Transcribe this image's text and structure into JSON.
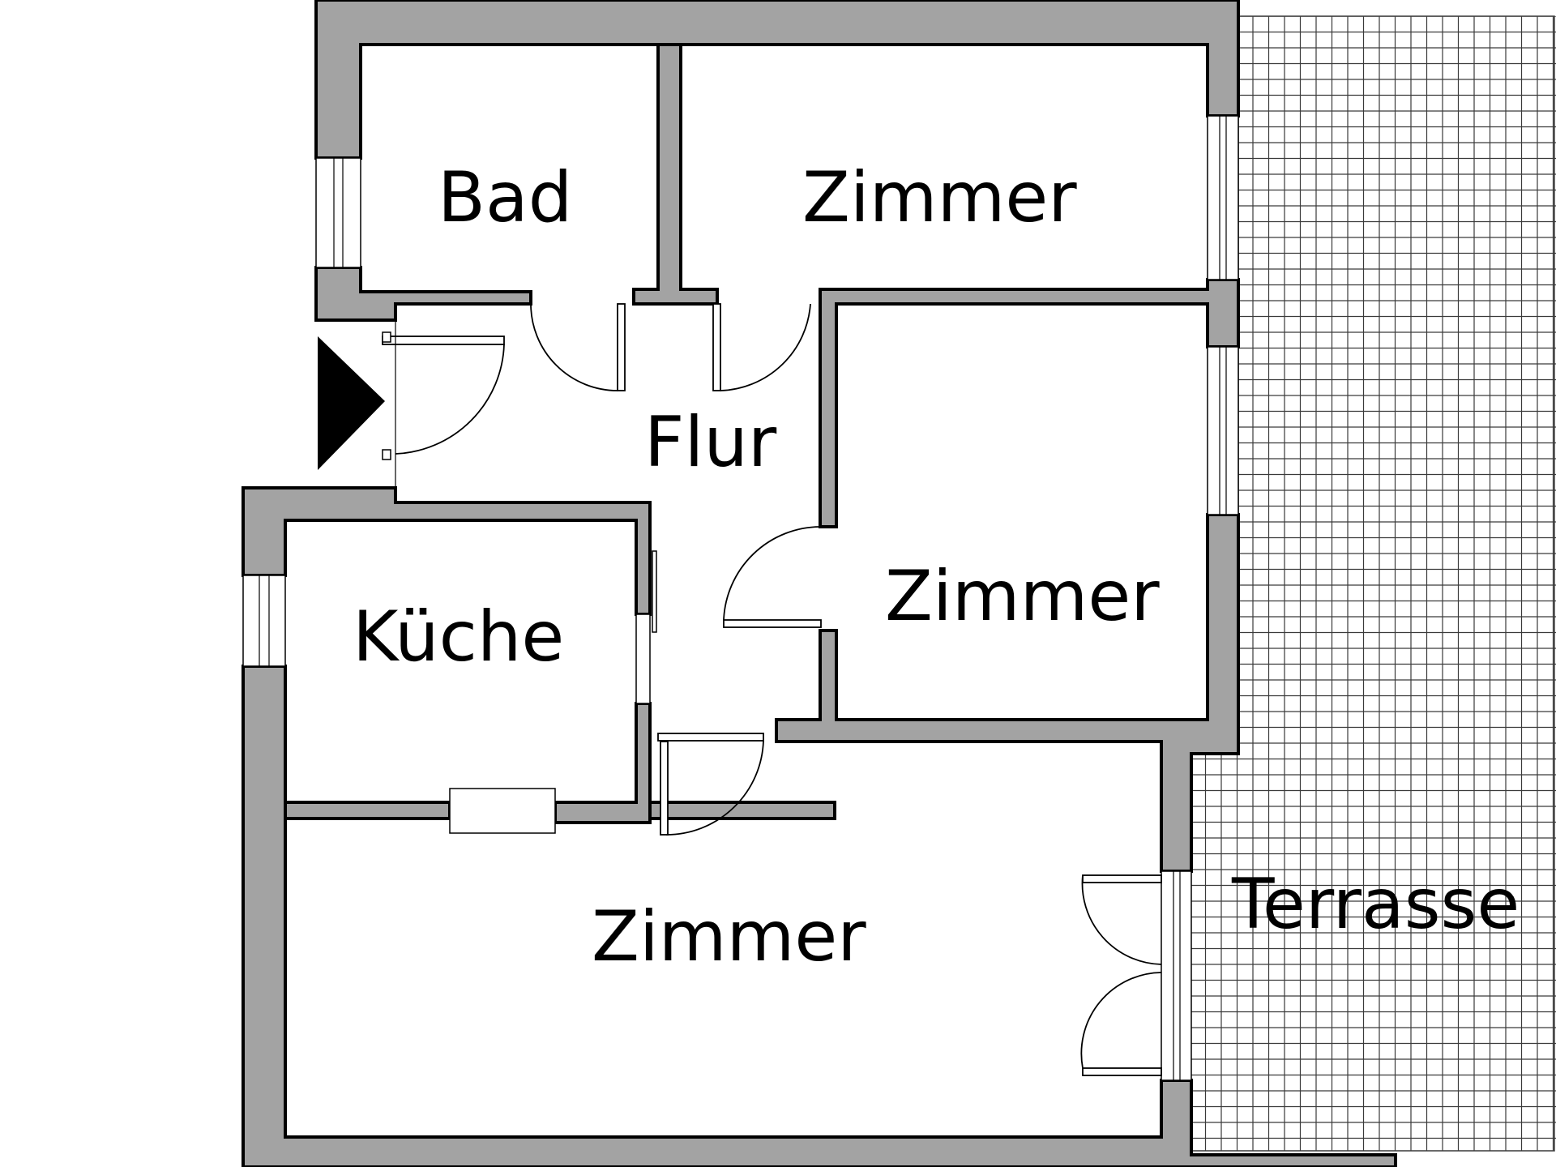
{
  "rooms": {
    "bad": "Bad",
    "zimmer_top": "Zimmer",
    "flur": "Flur",
    "zimmer_right": "Zimmer",
    "kueche": "Küche",
    "zimmer_bottom": "Zimmer",
    "terrasse": "Terrasse"
  },
  "colors": {
    "wall": "#a3a3a3",
    "line": "#000000",
    "background": "#ffffff",
    "terrace_grid": "#3a3a3a"
  },
  "icons": {
    "entrance": "entrance-arrow-icon"
  }
}
